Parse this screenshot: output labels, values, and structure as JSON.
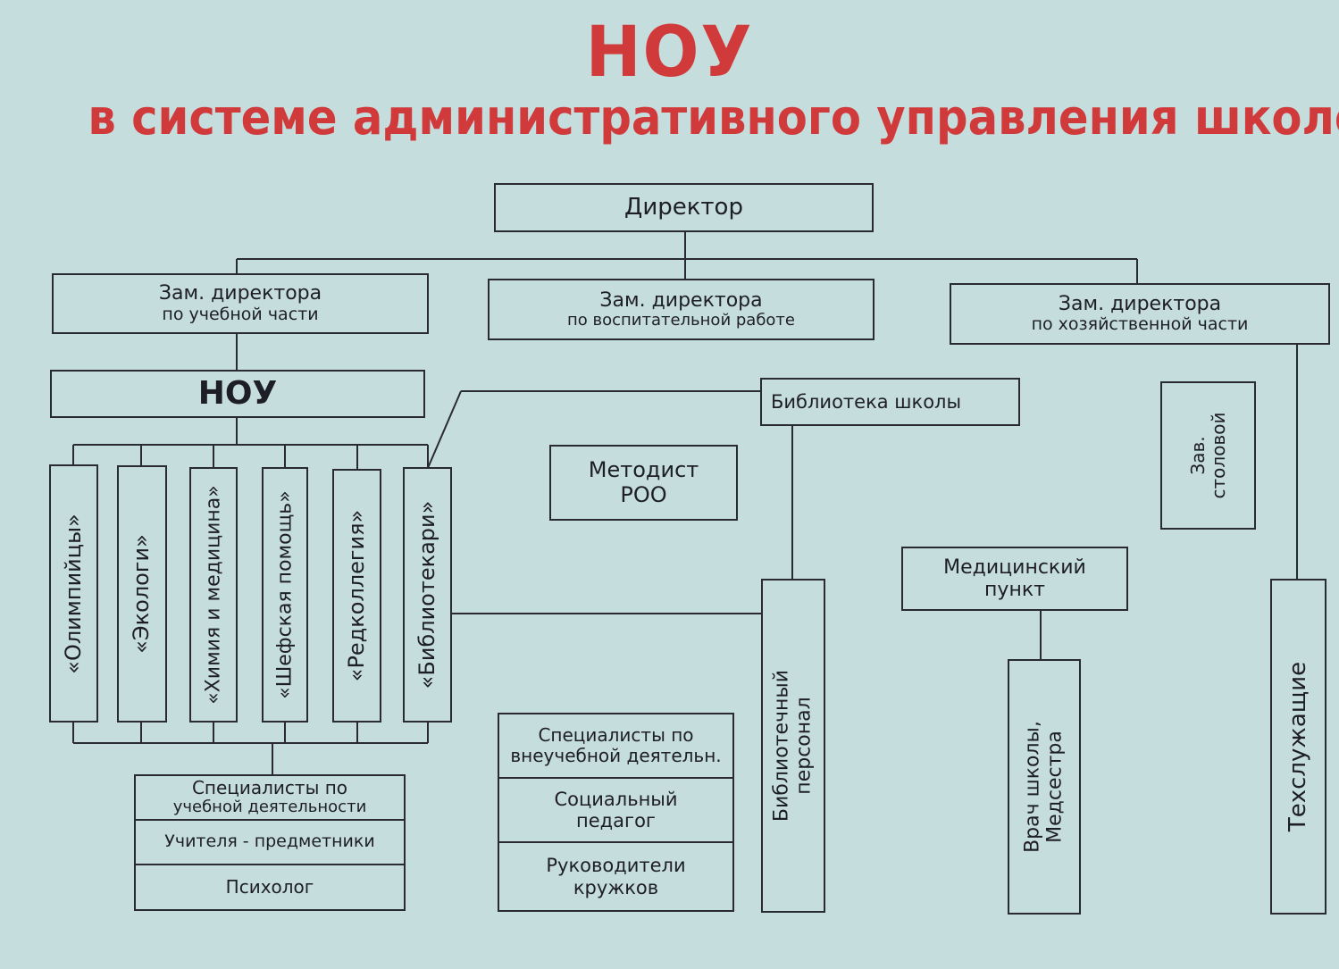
{
  "title": "НОУ",
  "subtitle": "в системе административного управления школой",
  "director": "Директор",
  "deputy_study": [
    "Зам. директора",
    "по учебной части"
  ],
  "deputy_upbringing": [
    "Зам. директора",
    "по воспитательной работе"
  ],
  "deputy_household": [
    "Зам. директора",
    "по хозяйственной части"
  ],
  "nou": "НОУ",
  "groups": [
    "«Олимпийцы»",
    "«Экологи»",
    "«Химия и медицина»",
    "«Шефская помощь»",
    "«Редколлегия»",
    "«Библиотекари»"
  ],
  "library": "Библиотека школы",
  "methodist": [
    "Методист",
    "РОО"
  ],
  "canteen_head": [
    "Зав.",
    "столовой"
  ],
  "medical_point": [
    "Медицинский",
    "пункт"
  ],
  "study_specialists": {
    "header": [
      "Специалисты по",
      "учебной деятельности"
    ],
    "rows": [
      "Учителя - предметники",
      "Психолог"
    ]
  },
  "extracurricular_specialists": {
    "header": [
      "Специалисты по",
      "внеучебной деятельн."
    ],
    "rows": [
      [
        "Социальный",
        "педагог"
      ],
      [
        "Руководители",
        "кружков"
      ]
    ]
  },
  "library_staff": [
    "Библиотечный",
    "персонал"
  ],
  "doctor": [
    "Врач школы,",
    "Медсестра"
  ],
  "tech_staff": "Техслужащие"
}
